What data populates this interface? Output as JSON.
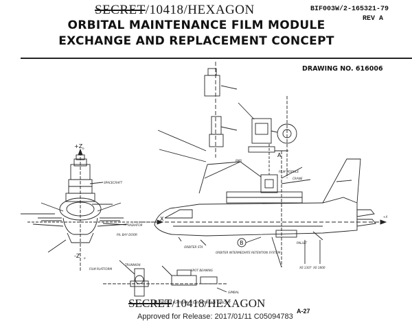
{
  "header": {
    "classification_top": "SECRET/10418/HEXAGON",
    "classification_top_struck": "SECRET",
    "classification_top_rest": "/10418/HEXAGON",
    "document_number": "BIF003W/2-165321-79",
    "revision": "REV A",
    "title_line1": "ORBITAL MAINTENANCE FILM MODULE",
    "title_line2": "EXCHANGE AND REPLACEMENT CONCEPT",
    "drawing_number": "DRAWING NO. 616006"
  },
  "diagram": {
    "axis_labels": {
      "z_top": "+Z",
      "z_top_sub": "o",
      "z_bottom": "-Z",
      "z_bottom_sub": "o",
      "x_axis": "X",
      "x_right": "+X"
    },
    "callouts": {
      "spacecraft": "SPACECRAFT",
      "radiator": "RADIATOR",
      "bay_door": "P/L BAY DOOR",
      "rms": "RMS",
      "film_module": "FILM MODULE",
      "crane": "CRANE",
      "orbiter_station": "ORBITER STA",
      "trunnion": "TRUNNION",
      "film_platform": "FILM PLATFORM",
      "orbiter_intermediate_retention_system": "ORBITER INTERMEDIATE RETENTION SYSTEM",
      "pallet": "PALLET",
      "spot_beaming": "SPOT BEAMING",
      "gimbal": "GIMBAL",
      "label_a": "A",
      "label_b": "B",
      "label_b_caption": "ORBITER PLATFORM / FILMS INTERFACE CONCEPT",
      "x_station_1": "X0 1307",
      "x_station_2": "X0 1800"
    }
  },
  "footer": {
    "classification_bottom": "SECRET/10418/HEXAGON",
    "classification_bottom_struck": "SECRET",
    "classification_bottom_rest": "/10418/HEXAGON",
    "release_note": "Approved for Release: 2017/01/11 C05094783",
    "page_number": "A-27"
  }
}
